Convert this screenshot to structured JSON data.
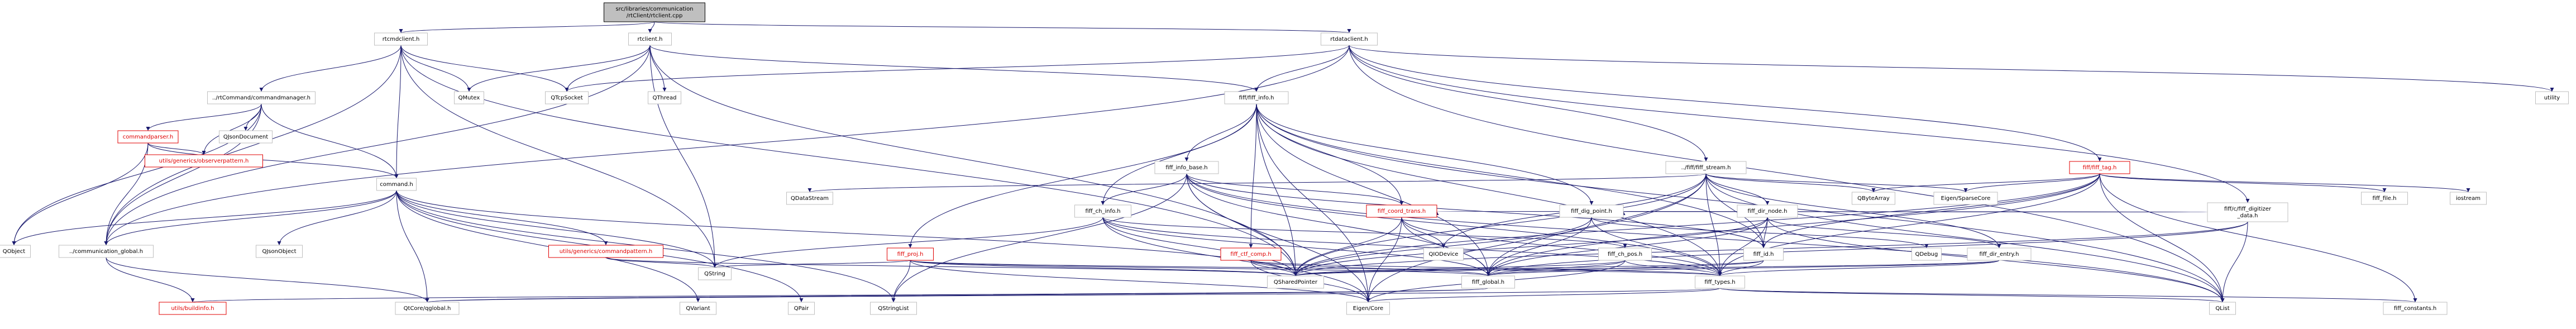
{
  "nodes": [
    {
      "id": "root",
      "label": [
        "src/libraries/communication",
        "/rtClient/rtclient.cpp"
      ],
      "style": "root"
    },
    {
      "id": "rtcmdclient",
      "label": [
        "rtcmdclient.h"
      ]
    },
    {
      "id": "rtclient_h",
      "label": [
        "rtclient.h"
      ]
    },
    {
      "id": "rtdataclient",
      "label": [
        "rtdataclient.h"
      ]
    },
    {
      "id": "cmdmanager",
      "label": [
        "../rtCommand/commandmanager.h"
      ]
    },
    {
      "id": "qmutex",
      "label": [
        "QMutex"
      ]
    },
    {
      "id": "qtcpsocket",
      "label": [
        "QTcpSocket"
      ]
    },
    {
      "id": "qthread",
      "label": [
        "QThread"
      ]
    },
    {
      "id": "fiff_info",
      "label": [
        "fiff/fiff_info.h"
      ]
    },
    {
      "id": "utility",
      "label": [
        "utility"
      ]
    },
    {
      "id": "cmdparser",
      "label": [
        "commandparser.h"
      ],
      "style": "red"
    },
    {
      "id": "qjsondocument",
      "label": [
        "QJsonDocument"
      ]
    },
    {
      "id": "observer",
      "label": [
        "utils/generics/observerpattern.h"
      ],
      "style": "red"
    },
    {
      "id": "command",
      "label": [
        "command.h"
      ]
    },
    {
      "id": "qobject",
      "label": [
        "QObject"
      ]
    },
    {
      "id": "comm_global",
      "label": [
        "../communication_global.h"
      ]
    },
    {
      "id": "qjsonobject",
      "label": [
        "QJsonObject"
      ]
    },
    {
      "id": "cmdpattern",
      "label": [
        "utils/generics/commandpattern.h"
      ],
      "style": "red"
    },
    {
      "id": "buildinfo",
      "label": [
        "utils/buildinfo.h"
      ],
      "style": "red"
    },
    {
      "id": "qtglobal",
      "label": [
        "QtCore/qglobal.h"
      ]
    },
    {
      "id": "qvariant",
      "label": [
        "QVariant"
      ]
    },
    {
      "id": "qpair",
      "label": [
        "QPair"
      ]
    },
    {
      "id": "qstringlist",
      "label": [
        "QStringList"
      ]
    },
    {
      "id": "qstring",
      "label": [
        "QString"
      ]
    },
    {
      "id": "fiff_info_base",
      "label": [
        "fiff_info_base.h"
      ]
    },
    {
      "id": "fiff_stream",
      "label": [
        "../fiff/fiff_stream.h"
      ]
    },
    {
      "id": "fiff_tag",
      "label": [
        "fiff/fiff_tag.h"
      ],
      "style": "red"
    },
    {
      "id": "fiff_digitizer",
      "label": [
        "fiff/c/fiff_digitizer",
        "_data.h"
      ]
    },
    {
      "id": "qdatastream",
      "label": [
        "QDataStream"
      ]
    },
    {
      "id": "fiff_ch_info",
      "label": [
        "fiff_ch_info.h"
      ]
    },
    {
      "id": "fiff_coord_trans",
      "label": [
        "fiff_coord_trans.h"
      ],
      "style": "red"
    },
    {
      "id": "fiff_dig_point",
      "label": [
        "fiff_dig_point.h"
      ]
    },
    {
      "id": "fiff_dir_node",
      "label": [
        "fiff_dir_node.h"
      ]
    },
    {
      "id": "qbytearray",
      "label": [
        "QByteArray"
      ]
    },
    {
      "id": "eigen_sparse",
      "label": [
        "Eigen/SparseCore"
      ]
    },
    {
      "id": "fiff_file",
      "label": [
        "fiff_file.h"
      ]
    },
    {
      "id": "iostream",
      "label": [
        "iostream"
      ]
    },
    {
      "id": "fiff_proj",
      "label": [
        "fiff_proj.h"
      ],
      "style": "red"
    },
    {
      "id": "fiff_ctf_comp",
      "label": [
        "fiff_ctf_comp.h"
      ],
      "style": "red"
    },
    {
      "id": "qiodevice",
      "label": [
        "QIODevice"
      ]
    },
    {
      "id": "fiff_ch_pos",
      "label": [
        "fiff_ch_pos.h"
      ]
    },
    {
      "id": "fiff_id",
      "label": [
        "fiff_id.h"
      ]
    },
    {
      "id": "qdebug",
      "label": [
        "QDebug"
      ]
    },
    {
      "id": "fiff_dir_entry",
      "label": [
        "fiff_dir_entry.h"
      ]
    },
    {
      "id": "qsharedpointer",
      "label": [
        "QSharedPointer"
      ]
    },
    {
      "id": "fiff_global",
      "label": [
        "fiff_global.h"
      ]
    },
    {
      "id": "fiff_types",
      "label": [
        "fiff_types.h"
      ]
    },
    {
      "id": "eigen_core",
      "label": [
        "Eigen/Core"
      ]
    },
    {
      "id": "qlist",
      "label": [
        "QList"
      ]
    },
    {
      "id": "fiff_constants",
      "label": [
        "fiff_constants.h"
      ]
    }
  ],
  "edges": [
    [
      "root",
      "rtcmdclient"
    ],
    [
      "root",
      "rtclient_h"
    ],
    [
      "root",
      "rtdataclient"
    ],
    [
      "rtcmdclient",
      "cmdmanager"
    ],
    [
      "rtcmdclient",
      "qmutex"
    ],
    [
      "rtcmdclient",
      "qtcpsocket"
    ],
    [
      "rtcmdclient",
      "comm_global"
    ],
    [
      "rtcmdclient",
      "command"
    ],
    [
      "rtcmdclient",
      "qsharedpointer"
    ],
    [
      "rtcmdclient",
      "qstring"
    ],
    [
      "rtclient_h",
      "qmutex"
    ],
    [
      "rtclient_h",
      "qthread"
    ],
    [
      "rtclient_h",
      "qtcpsocket"
    ],
    [
      "rtclient_h",
      "fiff_info"
    ],
    [
      "rtclient_h",
      "comm_global"
    ],
    [
      "rtclient_h",
      "qsharedpointer"
    ],
    [
      "rtclient_h",
      "qstring"
    ],
    [
      "rtdataclient",
      "qtcpsocket"
    ],
    [
      "rtdataclient",
      "fiff_info"
    ],
    [
      "rtdataclient",
      "fiff_stream"
    ],
    [
      "rtdataclient",
      "fiff_tag"
    ],
    [
      "rtdataclient",
      "fiff_digitizer"
    ],
    [
      "rtdataclient",
      "utility"
    ],
    [
      "rtdataclient",
      "comm_global"
    ],
    [
      "rtdataclient",
      "qlist"
    ],
    [
      "cmdmanager",
      "cmdparser"
    ],
    [
      "cmdmanager",
      "qjsondocument"
    ],
    [
      "cmdmanager",
      "observer"
    ],
    [
      "cmdmanager",
      "command"
    ],
    [
      "cmdmanager",
      "qobject"
    ],
    [
      "cmdmanager",
      "comm_global"
    ],
    [
      "cmdparser",
      "observer"
    ],
    [
      "cmdparser",
      "command"
    ],
    [
      "cmdparser",
      "qobject"
    ],
    [
      "cmdparser",
      "comm_global"
    ],
    [
      "command",
      "qobject"
    ],
    [
      "command",
      "comm_global"
    ],
    [
      "command",
      "qjsonobject"
    ],
    [
      "command",
      "cmdpattern"
    ],
    [
      "command",
      "qstring"
    ],
    [
      "command",
      "qvariant"
    ],
    [
      "command",
      "qpair"
    ],
    [
      "command",
      "qstringlist"
    ],
    [
      "command",
      "qsharedpointer"
    ],
    [
      "command",
      "qtglobal"
    ],
    [
      "comm_global",
      "buildinfo"
    ],
    [
      "comm_global",
      "qtglobal"
    ],
    [
      "cmdpattern",
      "qstring"
    ],
    [
      "cmdpattern",
      "qsharedpointer"
    ],
    [
      "fiff_info",
      "fiff_info_base"
    ],
    [
      "fiff_info",
      "fiff_types"
    ],
    [
      "fiff_info",
      "fiff_proj"
    ],
    [
      "fiff_info",
      "fiff_ctf_comp"
    ],
    [
      "fiff_info",
      "fiff_coord_trans"
    ],
    [
      "fiff_info",
      "fiff_ch_info"
    ],
    [
      "fiff_info",
      "fiff_dig_point"
    ],
    [
      "fiff_info",
      "fiff_id"
    ],
    [
      "fiff_info",
      "fiff_global"
    ],
    [
      "fiff_info",
      "qsharedpointer"
    ],
    [
      "fiff_info",
      "qlist"
    ],
    [
      "fiff_info",
      "eigen_core"
    ],
    [
      "fiff_info_base",
      "fiff_types"
    ],
    [
      "fiff_info_base",
      "fiff_ch_info"
    ],
    [
      "fiff_info_base",
      "fiff_coord_trans"
    ],
    [
      "fiff_info_base",
      "fiff_id"
    ],
    [
      "fiff_info_base",
      "fiff_global"
    ],
    [
      "fiff_info_base",
      "qsharedpointer"
    ],
    [
      "fiff_info_base",
      "qstringlist"
    ],
    [
      "fiff_info_base",
      "qlist"
    ],
    [
      "fiff_info_base",
      "eigen_core"
    ],
    [
      "fiff_stream",
      "fiff_id"
    ],
    [
      "fiff_stream",
      "fiff_dir_node"
    ],
    [
      "fiff_stream",
      "fiff_dir_entry"
    ],
    [
      "fiff_stream",
      "fiff_types"
    ],
    [
      "fiff_stream",
      "fiff_global"
    ],
    [
      "fiff_stream",
      "qdatastream"
    ],
    [
      "fiff_stream",
      "qbytearray"
    ],
    [
      "fiff_stream",
      "eigen_sparse"
    ],
    [
      "fiff_stream",
      "qiodevice"
    ],
    [
      "fiff_stream",
      "qsharedpointer"
    ],
    [
      "fiff_stream",
      "qlist"
    ],
    [
      "fiff_stream",
      "eigen_core"
    ],
    [
      "fiff_tag",
      "fiff_types"
    ],
    [
      "fiff_tag",
      "fiff_id"
    ],
    [
      "fiff_tag",
      "fiff_file"
    ],
    [
      "fiff_tag",
      "iostream"
    ],
    [
      "fiff_tag",
      "fiff_constants"
    ],
    [
      "fiff_tag",
      "qbytearray"
    ],
    [
      "fiff_tag",
      "eigen_sparse"
    ],
    [
      "fiff_tag",
      "qsharedpointer"
    ],
    [
      "fiff_tag",
      "qlist"
    ],
    [
      "fiff_tag",
      "fiff_global"
    ],
    [
      "fiff_digitizer",
      "fiff_dig_point"
    ],
    [
      "fiff_digitizer",
      "fiff_global"
    ],
    [
      "fiff_digitizer",
      "qlist"
    ],
    [
      "fiff_digitizer",
      "qsharedpointer"
    ],
    [
      "fiff_digitizer",
      "fiff_coord_trans"
    ],
    [
      "fiff_ch_info",
      "fiff_ch_pos"
    ],
    [
      "fiff_ch_info",
      "fiff_types"
    ],
    [
      "fiff_ch_info",
      "fiff_global"
    ],
    [
      "fiff_ch_info",
      "qsharedpointer"
    ],
    [
      "fiff_ch_info",
      "qstring"
    ],
    [
      "fiff_ch_info",
      "eigen_core"
    ],
    [
      "fiff_coord_trans",
      "fiff_types"
    ],
    [
      "fiff_coord_trans",
      "fiff_global"
    ],
    [
      "fiff_coord_trans",
      "qsharedpointer"
    ],
    [
      "fiff_coord_trans",
      "qiodevice"
    ],
    [
      "fiff_coord_trans",
      "eigen_core"
    ],
    [
      "fiff_dig_point",
      "fiff_types"
    ],
    [
      "fiff_dig_point",
      "fiff_global"
    ],
    [
      "fiff_dig_point",
      "qsharedpointer"
    ],
    [
      "fiff_dig_point",
      "qdebug"
    ],
    [
      "fiff_dir_node",
      "fiff_dir_entry"
    ],
    [
      "fiff_dir_node",
      "fiff_id"
    ],
    [
      "fiff_dir_node",
      "fiff_types"
    ],
    [
      "fiff_dir_node",
      "fiff_global"
    ],
    [
      "fiff_dir_node",
      "qsharedpointer"
    ],
    [
      "fiff_dir_node",
      "qlist"
    ],
    [
      "fiff_proj",
      "fiff_types"
    ],
    [
      "fiff_proj",
      "fiff_global"
    ],
    [
      "fiff_proj",
      "qsharedpointer"
    ],
    [
      "fiff_proj",
      "qstring"
    ],
    [
      "fiff_proj",
      "qstringlist"
    ],
    [
      "fiff_proj",
      "eigen_core"
    ],
    [
      "fiff_ctf_comp",
      "fiff_types"
    ],
    [
      "fiff_ctf_comp",
      "fiff_global"
    ],
    [
      "fiff_ctf_comp",
      "qsharedpointer"
    ],
    [
      "fiff_ctf_comp",
      "eigen_core"
    ],
    [
      "fiff_ch_pos",
      "fiff_types"
    ],
    [
      "fiff_ch_pos",
      "fiff_global"
    ],
    [
      "fiff_ch_pos",
      "qsharedpointer"
    ],
    [
      "fiff_ch_pos",
      "eigen_core"
    ],
    [
      "fiff_id",
      "fiff_types"
    ],
    [
      "fiff_id",
      "fiff_global"
    ],
    [
      "fiff_id",
      "qsharedpointer"
    ],
    [
      "fiff_dir_entry",
      "fiff_types"
    ],
    [
      "fiff_dir_entry",
      "fiff_global"
    ],
    [
      "fiff_dir_entry",
      "qsharedpointer"
    ],
    [
      "fiff_global",
      "qtglobal"
    ],
    [
      "fiff_global",
      "buildinfo"
    ],
    [
      "fiff_types",
      "fiff_constants"
    ],
    [
      "fiff_types",
      "qlist"
    ],
    [
      "fiff_types",
      "eigen_core"
    ],
    [
      "fiff_types",
      "qtglobal"
    ]
  ]
}
